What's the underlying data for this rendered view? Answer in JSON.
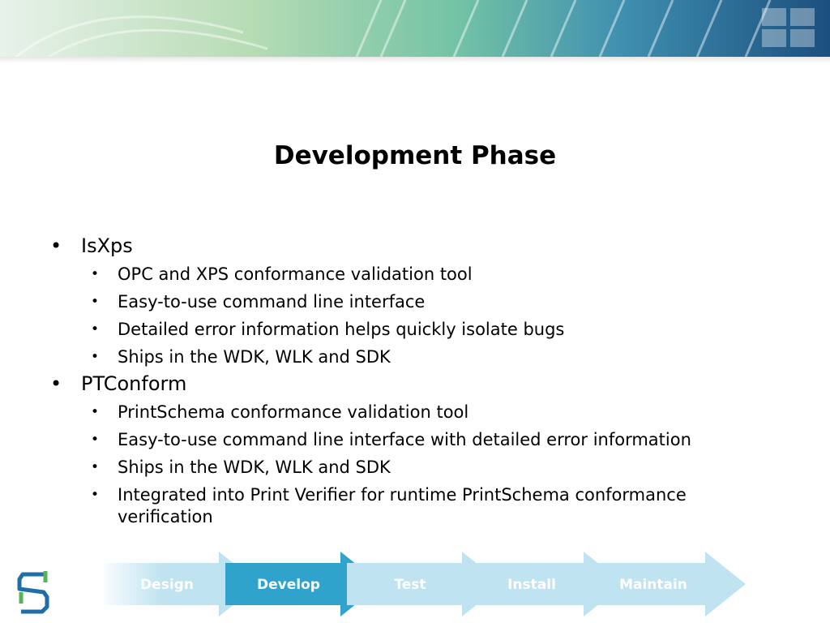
{
  "slide": {
    "title": "Development Phase",
    "bullets": [
      {
        "text": "IsXps",
        "sub": [
          "OPC and XPS conformance validation tool",
          "Easy-to-use command line interface",
          "Detailed error information helps quickly isolate bugs",
          "Ships in the WDK, WLK and SDK"
        ]
      },
      {
        "text": "PTConform",
        "sub": [
          "PrintSchema conformance validation tool",
          "Easy-to-use command line interface with detailed error information",
          "Ships in the WDK, WLK and SDK",
          "Integrated into Print Verifier for runtime PrintSchema conformance verification"
        ]
      }
    ]
  },
  "process": {
    "steps": [
      "Design",
      "Develop",
      "Test",
      "Install",
      "Maintain"
    ],
    "active_step": "Develop",
    "colors": {
      "inactive": "#bfe3f0",
      "active": "#2fa3cc",
      "label": "#ffffff"
    }
  },
  "banner": {
    "colors": {
      "green": "#9fd39a",
      "blue": "#1f5a8a"
    }
  },
  "logo": {
    "icon": "stylized-s-logo-icon"
  }
}
